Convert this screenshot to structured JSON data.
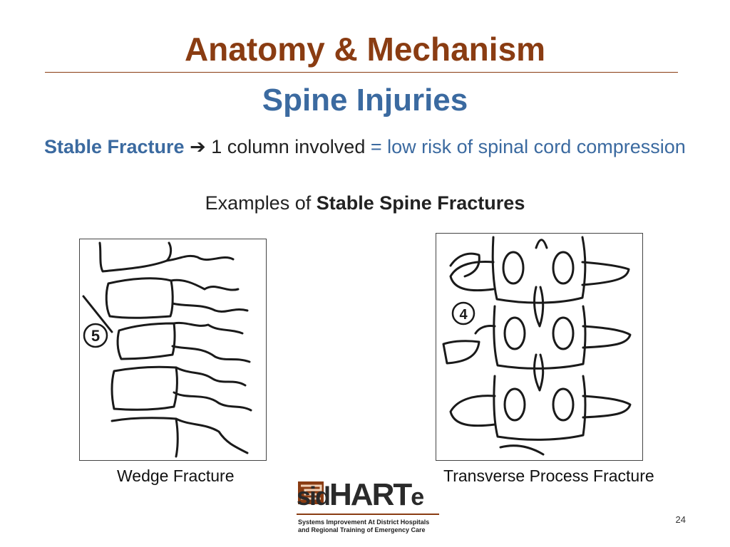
{
  "slide": {
    "title": "Anatomy & Mechanism",
    "subtitle": "Spine Injuries",
    "bullet": {
      "term": "Stable Fracture",
      "arrow": "➔",
      "main": " 1 column involved ",
      "highlight": "= low risk of spinal cord compression"
    },
    "examples": {
      "prefix": "Examples of ",
      "bold": "Stable Spine Fractures"
    },
    "figures": [
      {
        "caption": "Wedge Fracture",
        "marker": "5"
      },
      {
        "caption": "Transverse Process Fracture",
        "marker": "4"
      }
    ],
    "logo": {
      "sid": "sid",
      "hart": "HART",
      "e": "e",
      "line1": "Systems Improvement At District Hospitals",
      "line2": "and Regional Training of Emergency Care"
    },
    "page_number": "24"
  },
  "colors": {
    "title": "#8a3c12",
    "accent": "#3b6aa0"
  }
}
